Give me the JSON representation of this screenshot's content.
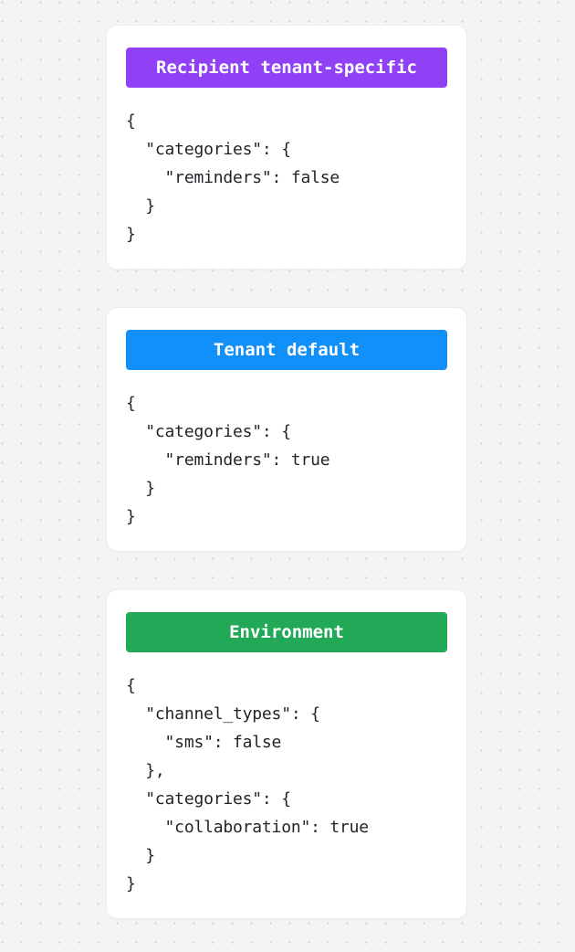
{
  "background": {
    "color": "#f4f4f4",
    "dot_color": "#cfcfcf",
    "pattern": "dot-grid"
  },
  "layers": [
    {
      "name": "recipient-tenant-specific",
      "badge_label": "Recipient tenant-specific",
      "badge_color": "#9040f5",
      "code": "{\n  \"categories\": {\n    \"reminders\": false\n  }\n}"
    },
    {
      "name": "tenant-default",
      "badge_label": "Tenant default",
      "badge_color": "#1190fa",
      "code": "{\n  \"categories\": {\n    \"reminders\": true\n  }\n}"
    },
    {
      "name": "environment",
      "badge_label": "Environment",
      "badge_color": "#21a957",
      "code": "{\n  \"channel_types\": {\n    \"sms\": false\n  },\n  \"categories\": {\n    \"collaboration\": true\n  }\n}"
    }
  ]
}
